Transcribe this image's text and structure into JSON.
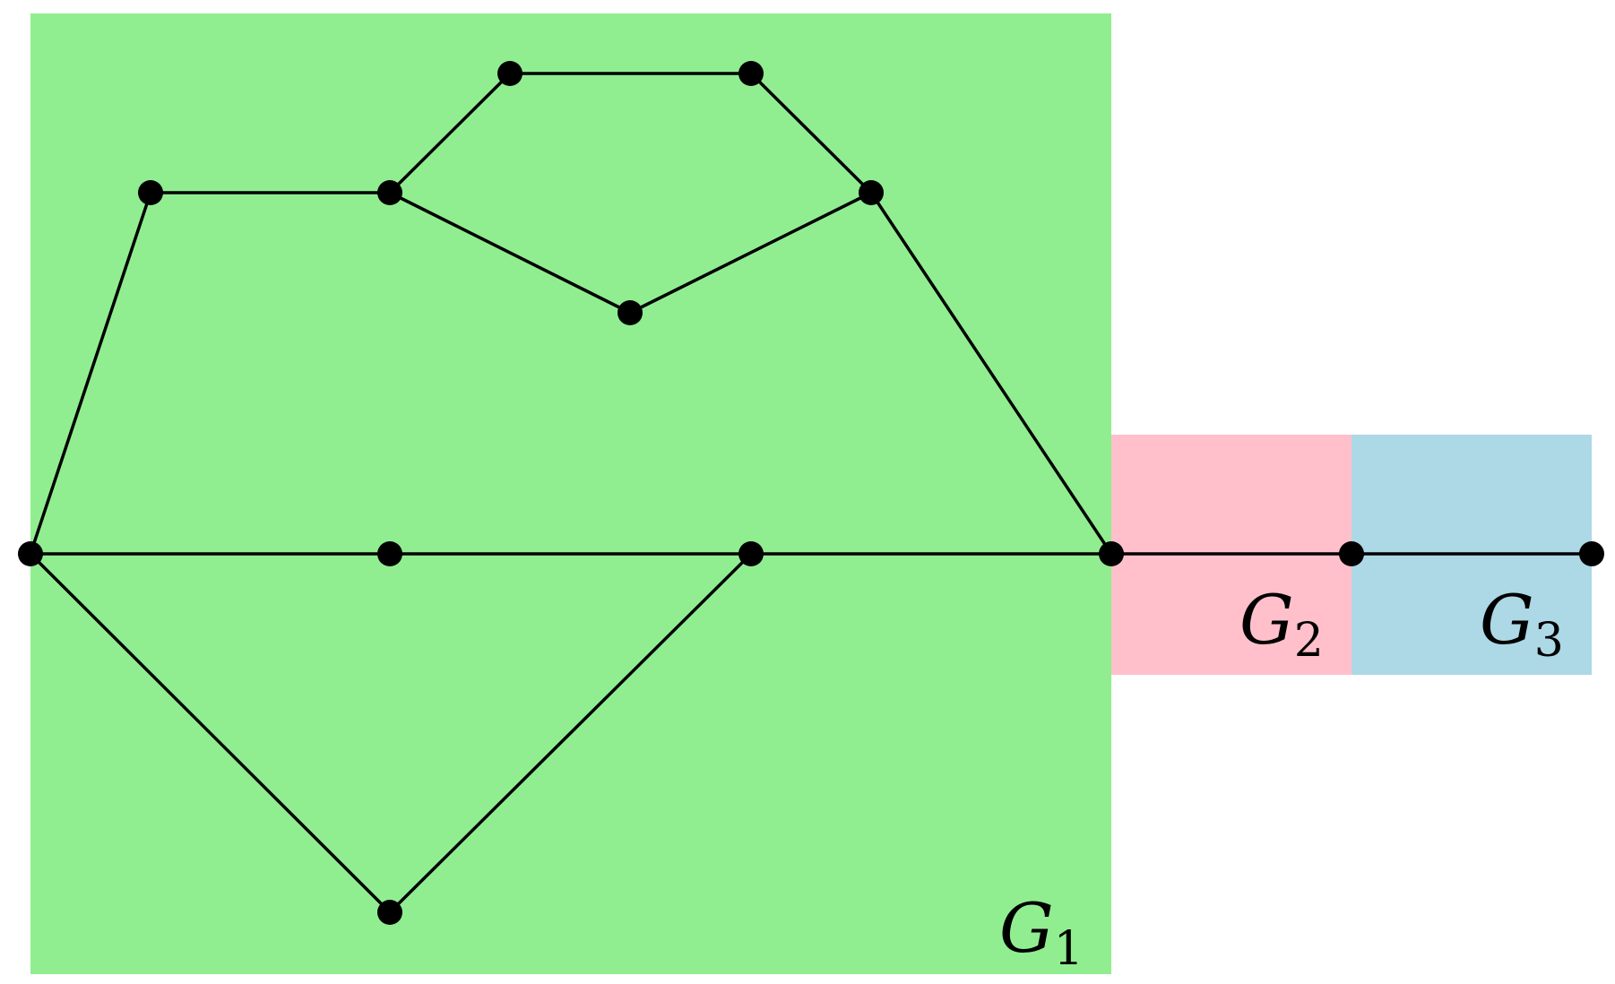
{
  "regions": [
    {
      "id": "G1",
      "letter": "G",
      "subscript": "1",
      "color": "#90EE90"
    },
    {
      "id": "G2",
      "letter": "G",
      "subscript": "2",
      "color": "#FFC0CB"
    },
    {
      "id": "G3",
      "letter": "G",
      "subscript": "3",
      "color": "#ADD8E6"
    }
  ],
  "graph": {
    "vertices": [
      "v1",
      "v2",
      "v3",
      "v4",
      "v5",
      "v6",
      "v7",
      "v8",
      "v9",
      "v10",
      "v11",
      "v12",
      "v13"
    ],
    "edges": [
      [
        "v1",
        "v2"
      ],
      [
        "v2",
        "v3"
      ],
      [
        "v3",
        "v4"
      ],
      [
        "v4",
        "v5"
      ],
      [
        "v5",
        "v6"
      ],
      [
        "v3",
        "v7"
      ],
      [
        "v7",
        "v6"
      ],
      [
        "v6",
        "v11"
      ],
      [
        "v1",
        "v8"
      ],
      [
        "v8",
        "v9"
      ],
      [
        "v9",
        "v11"
      ],
      [
        "v1",
        "v10"
      ],
      [
        "v10",
        "v9"
      ],
      [
        "v11",
        "v12"
      ],
      [
        "v12",
        "v13"
      ]
    ],
    "vertex_color": "#000000",
    "edge_color": "#000000"
  }
}
